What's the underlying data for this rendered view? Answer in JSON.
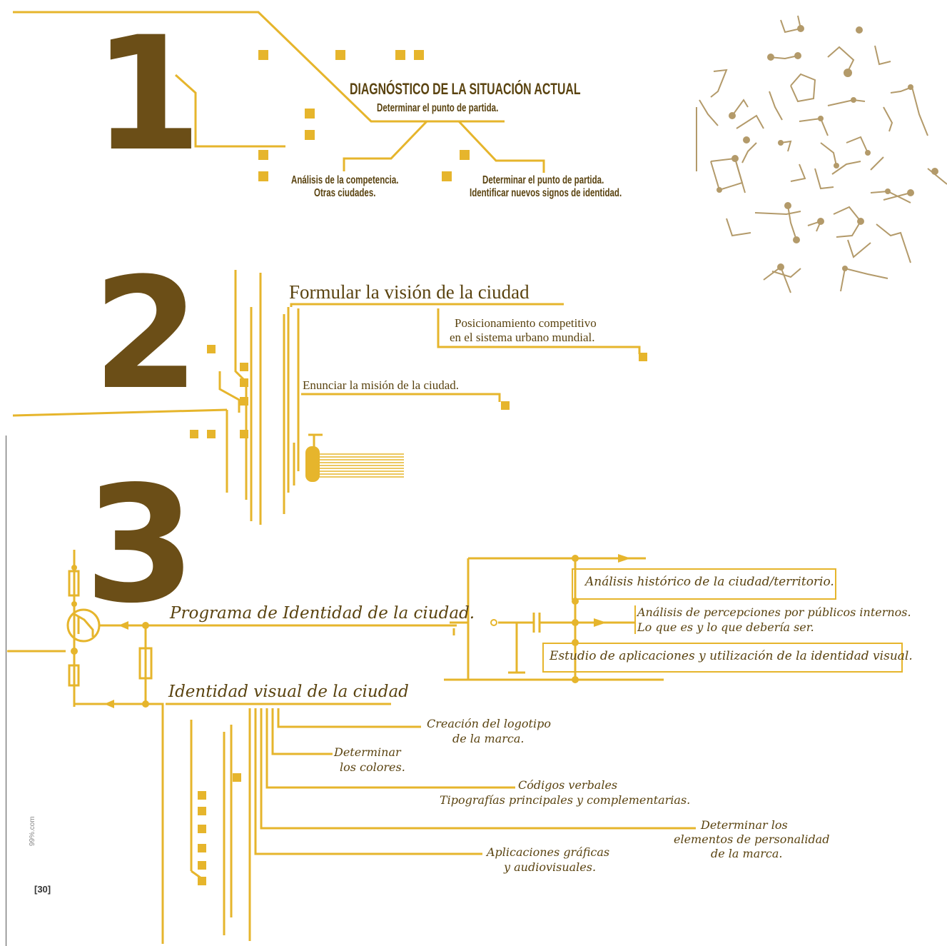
{
  "colors": {
    "gold": "#e6b52c",
    "brown": "#6b4e17",
    "text_brown": "#5a4310",
    "constellation": "#b39a6a"
  },
  "step1": {
    "number": "1",
    "title": "DIAGNÓSTICO DE LA SITUACIÓN ACTUAL",
    "subtitle": "Determinar el punto de partida.",
    "left_line1": "Análisis de la competencia.",
    "left_line2": "Otras ciudades.",
    "right_line1": "Determinar el punto de partida.",
    "right_line2": "Identificar nuevos signos de identidad."
  },
  "step2": {
    "number": "2",
    "title": "Formular la visión de la ciudad",
    "pos_line1": "Posicionamiento competitivo",
    "pos_line2": "en el sistema urbano mundial.",
    "mission": "Enunciar la misión de la ciudad."
  },
  "step3": {
    "number": "3",
    "program": "Programa de Identidad de la ciudad.",
    "box1": "Análisis histórico de la ciudad/territorio.",
    "perc_line1": "Análisis de percepciones por públicos internos.",
    "perc_line2": "Lo que es y lo que debería ser.",
    "box3": "Estudio de aplicaciones y utilización de la identidad visual.",
    "visual": "Identidad visual de la ciudad",
    "logo_line1": "Creación del logotipo",
    "logo_line2": "de la marca.",
    "colors_line1": "Determinar",
    "colors_line2": "los colores.",
    "codes_line1": "Códigos verbales",
    "codes_line2": "Tipografías principales y complementarias.",
    "pers_line1": "Determinar los",
    "pers_line2": "elementos de personalidad",
    "pers_line3": "de la marca.",
    "apps_line1": "Aplicaciones gráficas",
    "apps_line2": "y audiovisuales."
  },
  "footer": {
    "site": "99%.com",
    "page": "[30]"
  }
}
